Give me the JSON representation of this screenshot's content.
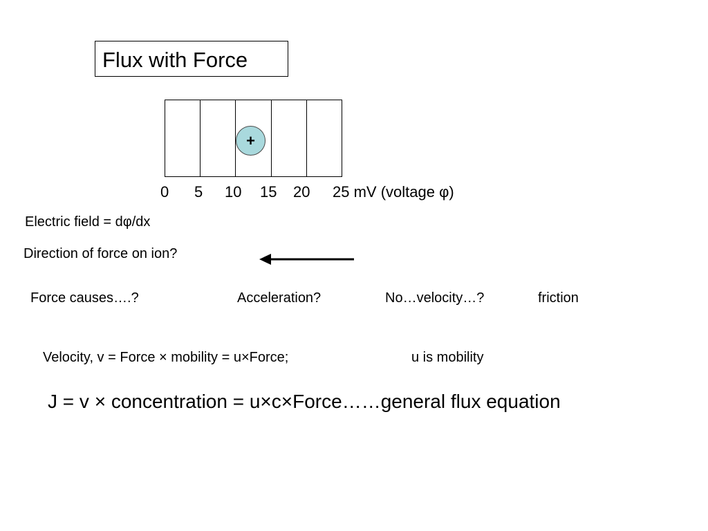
{
  "title": "Flux with Force",
  "diagram": {
    "compartment_count": 5,
    "ion_label": "+",
    "ion_color": "#a9d9dd",
    "voltage_ticks": [
      "0",
      "5",
      "10",
      "15",
      "20"
    ],
    "last_tick_label": "25 mV (voltage φ)",
    "force_arrow_direction": "left"
  },
  "lines": {
    "electric_field": "Electric field = dφ/dx",
    "direction_question": "Direction of force on ion?",
    "force_causes": "Force causes….?",
    "acceleration": "Acceleration?",
    "no_velocity": "No…velocity…?",
    "friction": "friction",
    "velocity_formula": "Velocity, v = Force × mobility = u×Force;",
    "mobility_note": "u is mobility",
    "flux_equation": "J = v × concentration = u×c×Force……general flux equation"
  }
}
